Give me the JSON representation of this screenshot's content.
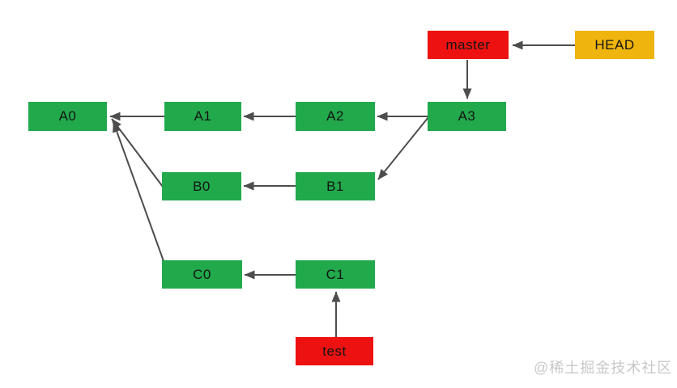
{
  "diagram": {
    "kind": "git-commit-graph",
    "watermark": "@稀土掘金技术社区",
    "colors": {
      "commit": "#21a94c",
      "branch": "#ed1211",
      "head": "#efb40e",
      "arrow": "#4d4d4d",
      "label_text": "#151515",
      "background": "#ffffff",
      "watermark_text": "#c8c8c8"
    },
    "nodes": [
      {
        "id": "A0",
        "label": "A0",
        "type": "commit"
      },
      {
        "id": "A1",
        "label": "A1",
        "type": "commit"
      },
      {
        "id": "A2",
        "label": "A2",
        "type": "commit"
      },
      {
        "id": "A3",
        "label": "A3",
        "type": "commit"
      },
      {
        "id": "B0",
        "label": "B0",
        "type": "commit"
      },
      {
        "id": "B1",
        "label": "B1",
        "type": "commit"
      },
      {
        "id": "C0",
        "label": "C0",
        "type": "commit"
      },
      {
        "id": "C1",
        "label": "C1",
        "type": "commit"
      },
      {
        "id": "master",
        "label": "master",
        "type": "branch-pointer"
      },
      {
        "id": "test",
        "label": "test",
        "type": "branch-pointer"
      },
      {
        "id": "HEAD",
        "label": "HEAD",
        "type": "head-pointer"
      }
    ],
    "edges": [
      {
        "from": "HEAD",
        "to": "master"
      },
      {
        "from": "master",
        "to": "A3"
      },
      {
        "from": "A1",
        "to": "A0"
      },
      {
        "from": "A2",
        "to": "A1"
      },
      {
        "from": "A3",
        "to": "A2"
      },
      {
        "from": "A3",
        "to": "B1"
      },
      {
        "from": "B1",
        "to": "B0"
      },
      {
        "from": "B0",
        "to": "A0"
      },
      {
        "from": "C1",
        "to": "C0"
      },
      {
        "from": "C0",
        "to": "A0"
      },
      {
        "from": "test",
        "to": "C1"
      }
    ]
  }
}
